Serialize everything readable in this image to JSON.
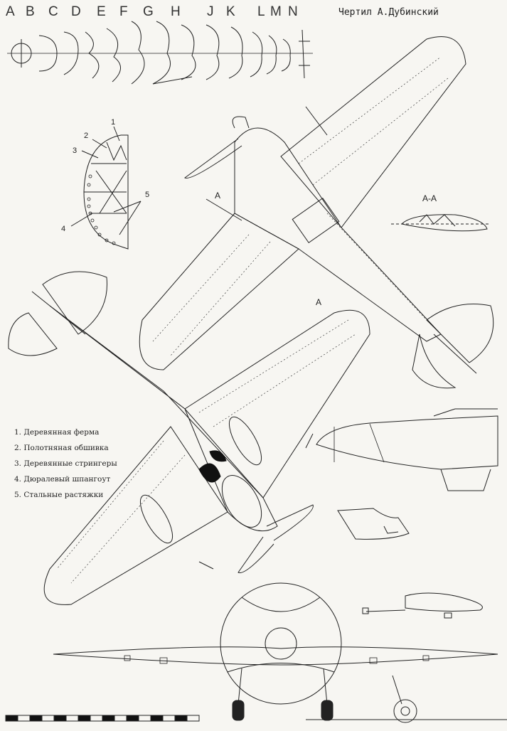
{
  "header": {
    "section_letters": [
      "A",
      "B",
      "C",
      "D",
      "E",
      "F",
      "G",
      "H",
      "J",
      "K",
      "L",
      "M",
      "N"
    ],
    "author_credit": "Чертил А.Дубинский"
  },
  "structure_callouts": [
    "1",
    "2",
    "3",
    "4",
    "5"
  ],
  "section_marks": {
    "view_label": "А-А",
    "cut_marker_top": "А",
    "cut_marker_bottom": "А"
  },
  "legend": {
    "items": [
      "1. Деревянная ферма",
      "2. Полотняная обшивка",
      "3. Деревянные стрингеры",
      "4. Дюралевый шпангоут",
      "5. Стальные растяжки"
    ]
  },
  "colors": {
    "ink": "#222222",
    "paper": "#f7f6f2",
    "fill_black": "#111111"
  }
}
